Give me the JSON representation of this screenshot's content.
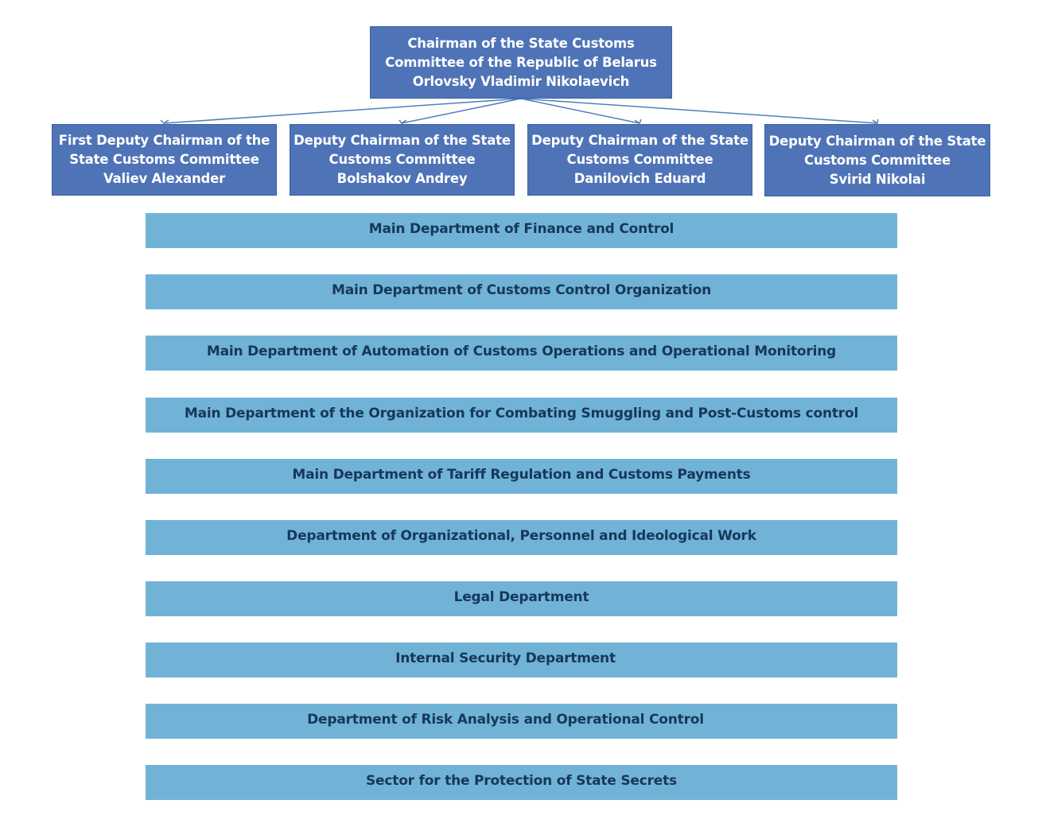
{
  "colors": {
    "executive_box": "#4f73b7",
    "department_box": "#70b3d6",
    "connector": "#4f81bd",
    "executive_text": "#ffffff",
    "department_text": "#17375a"
  },
  "chairman": {
    "lines": [
      "Chairman of the State Customs",
      "Committee of the Republic of Belarus",
      "Orlovsky Vladimir Nikolaevich"
    ]
  },
  "deputies": [
    {
      "lines": [
        "First Deputy Chairman of the",
        "State Customs Committee",
        "Valiev Alexander"
      ]
    },
    {
      "lines": [
        "Deputy Chairman of the State",
        "Customs Committee",
        "Bolshakov Andrey"
      ]
    },
    {
      "lines": [
        "Deputy Chairman of the State",
        "Customs Committee",
        "Danilovich Eduard"
      ]
    },
    {
      "lines": [
        "Deputy Chairman of the State",
        "Customs Committee",
        "Svirid Nikolai"
      ]
    }
  ],
  "departments": [
    "Main Department of Finance and Control",
    "Main Department of Customs Control Organization",
    "Main Department of Automation of Customs Operations and Operational Monitoring",
    "Main Department of the Organization for Combating Smuggling and Post-Customs control",
    "Main Department of Tariff Regulation and Customs Payments",
    "Department of Organizational, Personnel and Ideological Work",
    "Legal Department",
    "Internal Security Department",
    "Department of Risk Analysis and Operational Control",
    "Sector for the Protection of State Secrets"
  ]
}
